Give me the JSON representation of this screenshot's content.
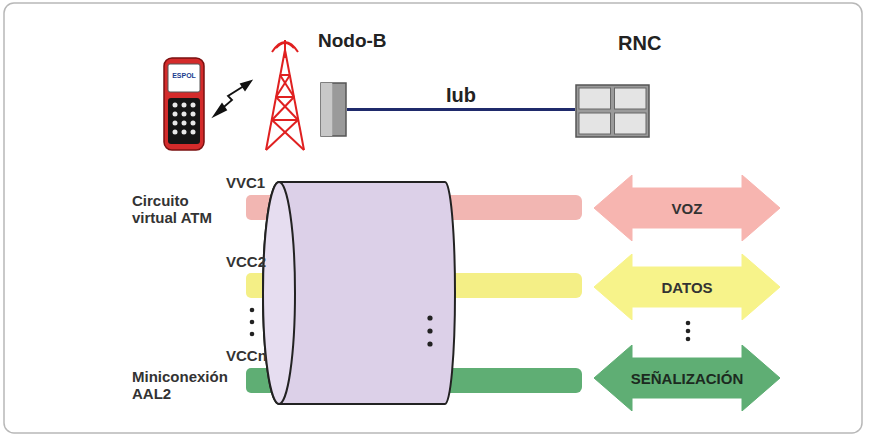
{
  "diagram": {
    "nodes": [
      {
        "text": [
          "Nodo-B"
        ]
      },
      {
        "text": [
          "RNC"
        ]
      },
      {
        "text": [
          "VOZ"
        ]
      },
      {
        "text": [
          "DATOS"
        ]
      },
      {
        "text": [
          "SEÑALIZACIÓN"
        ]
      }
    ],
    "edges": [
      {
        "from": 0,
        "to": 1,
        "arrow": "none",
        "label": "Iub"
      }
    ],
    "labels": [
      "ESPOL",
      "Circuito virtual ATM",
      "VVC1",
      "VCC2",
      "VCCn",
      "Miniconexión AAL2"
    ]
  }
}
